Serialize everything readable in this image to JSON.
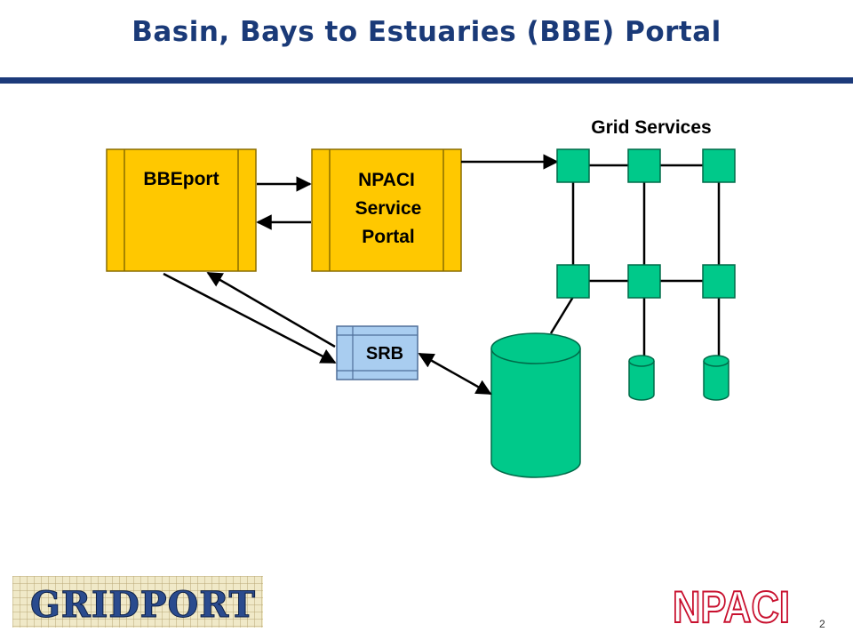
{
  "slide": {
    "title": "Basin, Bays to Estuaries (BBE) Portal",
    "page_number": "2"
  },
  "diagram": {
    "grid_services_label": "Grid Services",
    "bbeport_label": "BBEport",
    "npaci_lines": [
      "NPACI",
      "Service",
      "Portal"
    ],
    "srb_label": "SRB"
  },
  "logos": {
    "left_text": "GRIDPORT",
    "right_text": "NPACI"
  },
  "colors": {
    "title": "#1a3a78",
    "rule": "#1c3a7a",
    "portal_box": "#ffc800",
    "srb_box": "#a9cdf0",
    "node": "#00c98a",
    "npaci_logo_red": "#c8102e"
  }
}
